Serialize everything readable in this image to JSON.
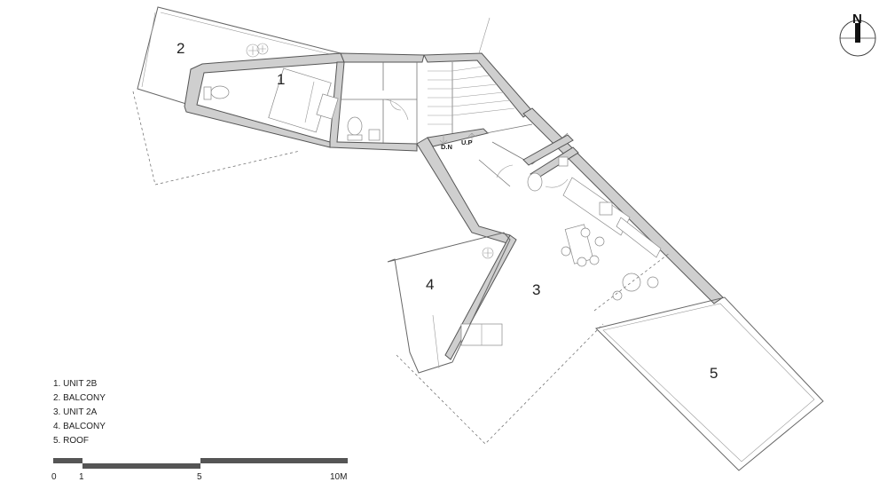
{
  "rooms": [
    {
      "num": "1"
    },
    {
      "num": "2"
    },
    {
      "num": "3"
    },
    {
      "num": "4"
    },
    {
      "num": "5"
    }
  ],
  "stairs": {
    "down_label": "D.N",
    "up_label": "U.P"
  },
  "legend": [
    {
      "text": "1. UNIT 2B"
    },
    {
      "text": "2. BALCONY"
    },
    {
      "text": "3. UNIT 2A"
    },
    {
      "text": "4. BALCONY"
    },
    {
      "text": "5. ROOF"
    }
  ],
  "scale_bar": {
    "ticks": [
      "0",
      "1",
      "5",
      "10M"
    ]
  },
  "north": {
    "label": "N"
  }
}
